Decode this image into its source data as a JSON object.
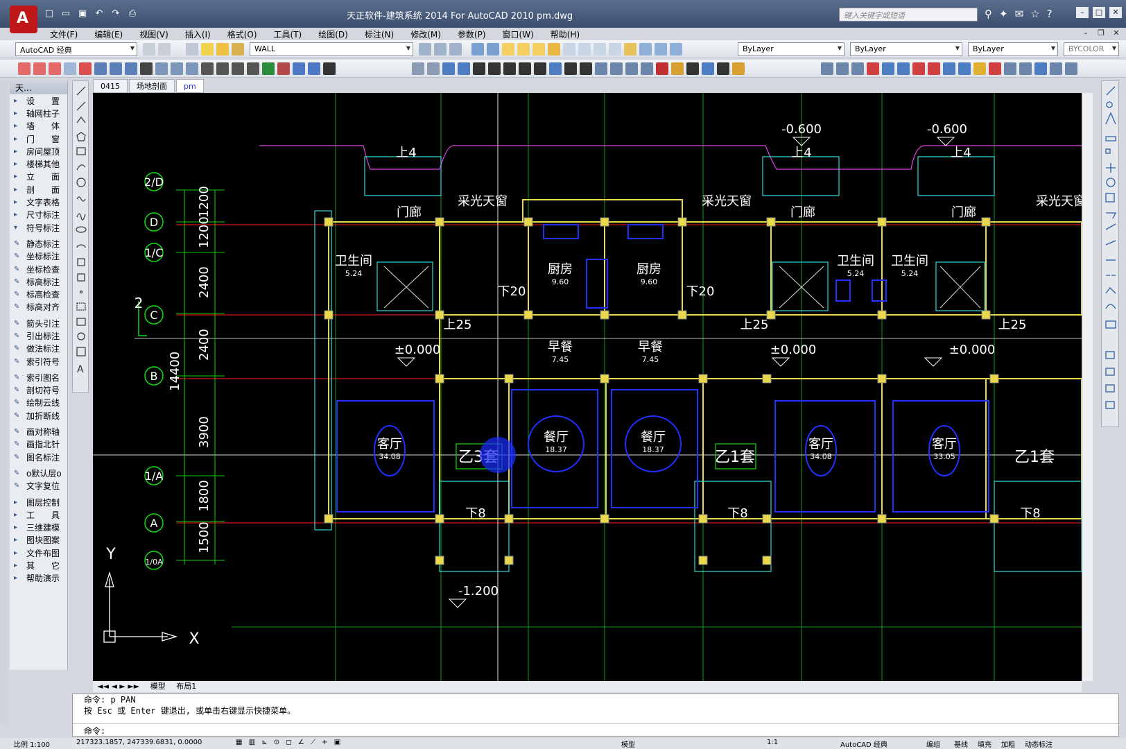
{
  "title_bar": {
    "window_title": "天正软件-建筑系统 2014  For AutoCAD 2010     pm.dwg",
    "search_placeholder": "键入关键字或短语"
  },
  "menu": [
    "文件(F)",
    "编辑(E)",
    "视图(V)",
    "插入(I)",
    "格式(O)",
    "工具(T)",
    "绘图(D)",
    "标注(N)",
    "修改(M)",
    "参数(P)",
    "窗口(W)",
    "帮助(H)"
  ],
  "toolbar": {
    "workspace": "AutoCAD 经典",
    "layer": "WALL",
    "color": "ByLayer",
    "linetype": "ByLayer",
    "lineweight": "ByLayer",
    "plotstyle": "BYCOLOR"
  },
  "palette": {
    "title": "天...",
    "groups": [
      [
        "设　　置",
        "轴网柱子",
        "墙　　体",
        "门　　窗",
        "房间屋顶",
        "楼梯其他",
        "立　　面",
        "剖　　面",
        "文字表格",
        "尺寸标注",
        "符号标注"
      ],
      [
        "静态标注",
        "坐标标注",
        "坐标检查",
        "标高标注",
        "标高检查",
        "标高对齐"
      ],
      [
        "箭头引注",
        "引出标注",
        "做法标注",
        "索引符号"
      ],
      [
        "索引图名",
        "剖切符号",
        "绘制云线",
        "加折断线"
      ],
      [
        "画对称轴",
        "画指北针",
        "图名标注"
      ],
      [
        "o默认层o",
        "文字复位"
      ],
      [
        "图层控制",
        "工　　具",
        "三维建模",
        "图块图案",
        "文件布图",
        "其　　它",
        "帮助演示"
      ]
    ]
  },
  "doc_tabs": [
    "0415",
    "场地剖面",
    "pm"
  ],
  "drawing": {
    "axis_labels": [
      "2/D",
      "D",
      "1/C",
      "C",
      "B",
      "1/A",
      "A",
      "1/0A"
    ],
    "dims": [
      "1200",
      "1200",
      "2400",
      "2400",
      "3900",
      "1800",
      "1500"
    ],
    "total_dim": "14400",
    "rooms": [
      {
        "name": "卫生间",
        "area": "5.24"
      },
      {
        "name": "厨房",
        "area": "9.60"
      },
      {
        "name": "厨房",
        "area": "9.60"
      },
      {
        "name": "卫生间",
        "area": "5.24"
      },
      {
        "name": "卫生间",
        "area": "5.24"
      },
      {
        "name": "早餐",
        "area": "7.45"
      },
      {
        "name": "早餐",
        "area": "7.45"
      },
      {
        "name": "客厅",
        "area": "34.08"
      },
      {
        "name": "餐厅",
        "area": "18.37"
      },
      {
        "name": "餐厅",
        "area": "18.37"
      },
      {
        "name": "客厅",
        "area": "34.08"
      },
      {
        "name": "客厅",
        "area": "33.05"
      }
    ],
    "labels": [
      "采光天窗",
      "采光天窗",
      "采光天窗",
      "门廊",
      "门廊",
      "门廊",
      "上4",
      "上4",
      "上4",
      "下20",
      "下20",
      "上25",
      "上25",
      "上25",
      "下8",
      "下8",
      "下8",
      "乙3套",
      "乙1套",
      "乙1套"
    ],
    "elevations": [
      "-0.600",
      "-0.600",
      "±0.000",
      "±0.000",
      "±0.000",
      "-1.200"
    ],
    "ucs": [
      "Y",
      "X"
    ],
    "axis_2": "2"
  },
  "layout_tabs": [
    "模型",
    "布局1"
  ],
  "command": {
    "line1": "命令: p PAN",
    "line2": "按 Esc 或 Enter 键退出, 或单击右键显示快捷菜单。",
    "prompt": "命令:"
  },
  "status": {
    "scale": "比例 1:100",
    "coords": "217323.1857, 247339.6831, 0.0000",
    "model": "模型",
    "anno_scale": "1:1",
    "workspace": "AutoCAD 经典",
    "toggles": [
      "编组",
      "基线",
      "填充",
      "加粗",
      "动态标注"
    ]
  }
}
